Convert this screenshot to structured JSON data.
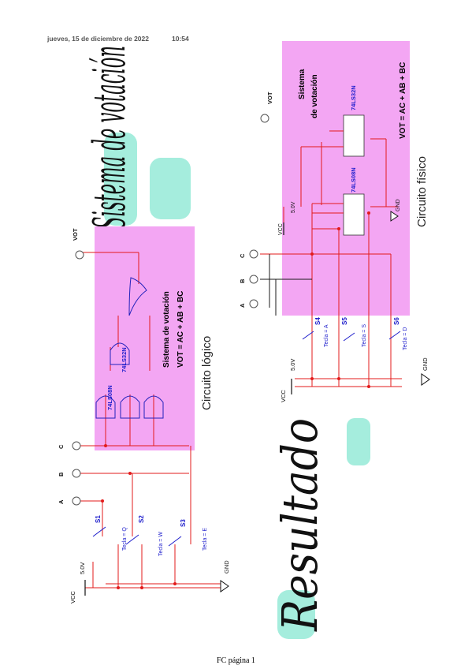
{
  "header": {
    "date": "jueves, 15 de diciembre de 2022",
    "time": "10:54"
  },
  "headings": {
    "title": "Sistema de votación",
    "result": "Resultado"
  },
  "logic": {
    "title": "Sistema de votación",
    "equation": "VOT = AC + AB + BC",
    "caption": "Circuito lógico",
    "and_chip": "74LS08N",
    "or_chip": "74LS32N",
    "output": "VOT",
    "inputs": [
      "A",
      "B",
      "C"
    ],
    "switches": [
      "S1",
      "S2",
      "S3"
    ],
    "keys": [
      "Tecla = Q",
      "Tecla = W",
      "Tecla = E"
    ],
    "vcc": "VCC",
    "voltage": "5.0V",
    "gnd": "GND"
  },
  "physical": {
    "title_line1": "Sistema",
    "title_line2": "de votación",
    "equation": "VOT = AC + AB + BC",
    "caption": "Circuito físico",
    "and_chip": "74LS08N",
    "or_chip": "74LS32N",
    "output": "VOT",
    "inputs": [
      "A",
      "B",
      "C"
    ],
    "switches": [
      "S4",
      "S5",
      "S6"
    ],
    "keys": [
      "Tecla = A",
      "Tecla = S",
      "Tecla = D"
    ],
    "vcc": "VCC",
    "voltage": "5.0V",
    "gnd": "GND"
  },
  "footer": {
    "page": "FC página 1"
  },
  "colors": {
    "box": "#f3a6f3",
    "wire": "#e31b1b",
    "dark_wire": "#1a1a1a",
    "blue": "#1d1dcc",
    "highlight": "#7fe6cf"
  }
}
